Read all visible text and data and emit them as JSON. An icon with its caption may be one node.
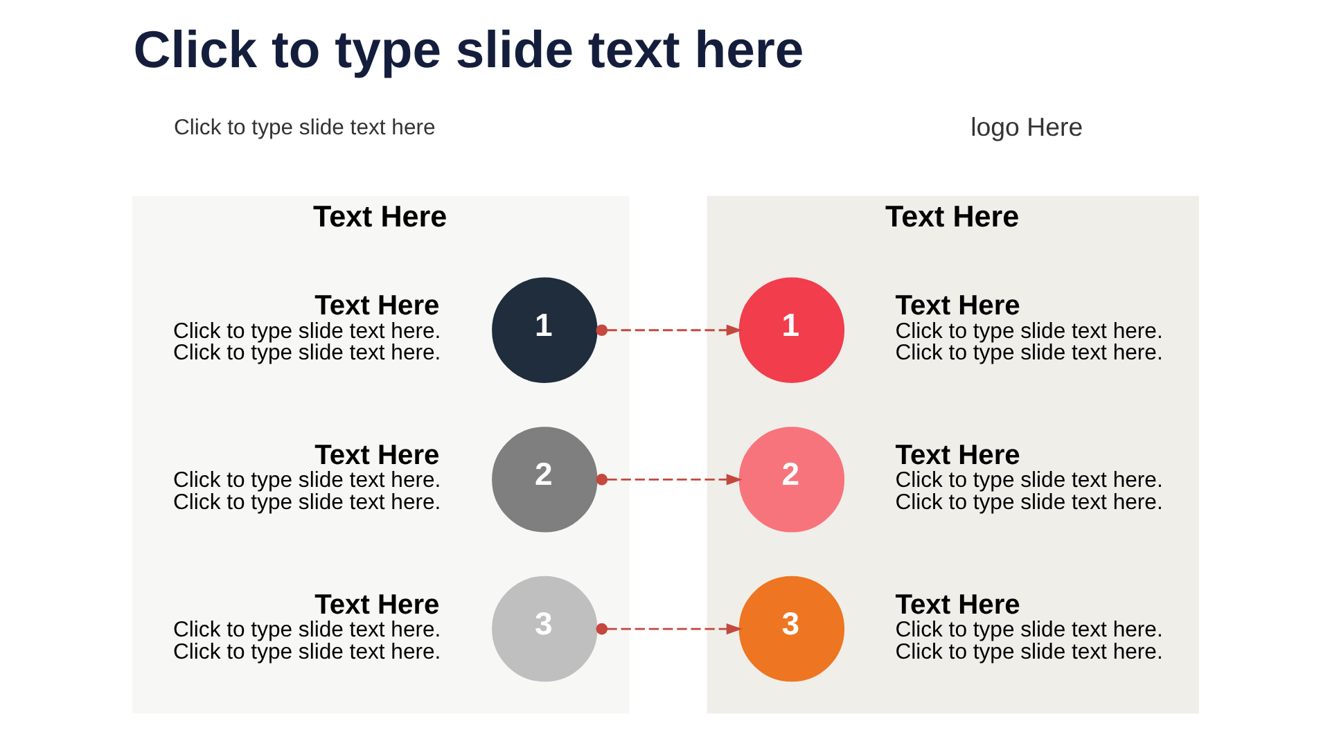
{
  "diagram": {
    "title": "Click to type slide text here",
    "nodes": [
      {
        "text": [
          "Text Here"
        ]
      },
      {
        "text": [
          "1"
        ],
        "in": 0,
        "beside": [
          "Text Here",
          "Click to type slide text here. Click to type slide text here."
        ]
      },
      {
        "text": [
          "2"
        ],
        "in": 0,
        "beside": [
          "Text Here",
          "Click to type slide text here. Click to type slide text here."
        ]
      },
      {
        "text": [
          "3"
        ],
        "in": 0,
        "beside": [
          "Text Here",
          "Click to type slide text here. Click to type slide text here."
        ]
      },
      {
        "text": [
          "Text Here"
        ]
      },
      {
        "text": [
          "1"
        ],
        "in": 4,
        "beside": [
          "Text Here",
          "Click to type slide text here. Click to type slide text here."
        ]
      },
      {
        "text": [
          "2"
        ],
        "in": 4,
        "beside": [
          "Text Here",
          "Click to type slide text here. Click to type slide text here."
        ]
      },
      {
        "text": [
          "3"
        ],
        "in": 4,
        "beside": [
          "Text Here",
          "Click to type slide text here. Click to type slide text here."
        ]
      }
    ],
    "edges": [
      {
        "from": 1,
        "to": 5,
        "arrow": "to",
        "style": "dashed"
      },
      {
        "from": 2,
        "to": 6,
        "arrow": "to",
        "style": "dashed"
      },
      {
        "from": 3,
        "to": 7,
        "arrow": "to",
        "style": "dashed"
      }
    ],
    "labels": [
      "Click to type slide text here",
      "logo Here"
    ]
  }
}
